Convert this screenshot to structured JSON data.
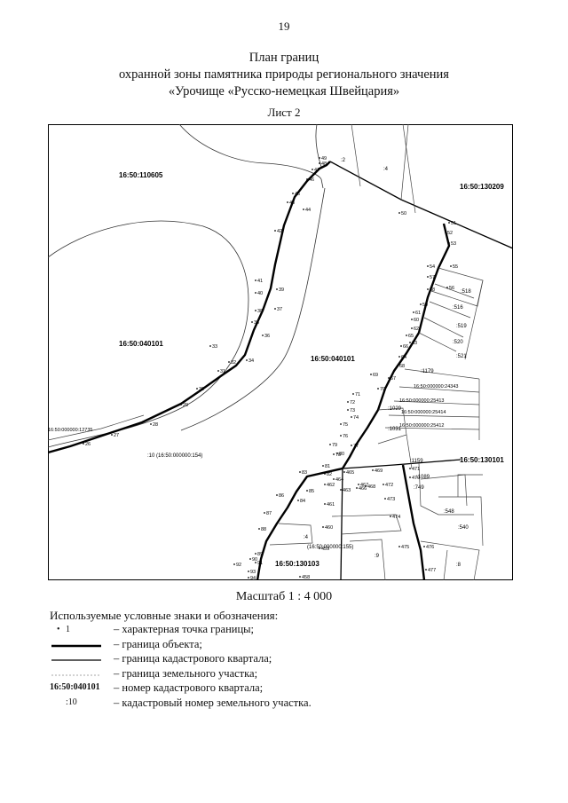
{
  "page_number": "19",
  "title": {
    "line1": "План границ",
    "line2": "охранной зоны памятника природы регионального значения",
    "line3": "«Урочище «Русско-немецкая Швейцария»"
  },
  "sheet_label": "Лист 2",
  "scale": "Масштаб 1 : 4 000",
  "legend": {
    "heading": "Используемые условные знаки и обозначения:",
    "items": [
      {
        "symbol": "1",
        "text": "– характерная точка границы;"
      },
      {
        "symbol": "",
        "text": "– граница объекта;"
      },
      {
        "symbol": "",
        "text": "– граница кадастрового квартала;"
      },
      {
        "symbol": "",
        "text": "– граница земельного участка;"
      },
      {
        "symbol": "16:50:040101",
        "text": "– номер кадастрового квартала;"
      },
      {
        "symbol": ":10",
        "text": "– кадастровый номер земельного участка."
      }
    ]
  },
  "map": {
    "quarters": [
      "16:50:110605",
      "16:50:130209",
      "16:50:040101",
      "16:50:040101",
      "16:50:130101",
      "16:50:130103"
    ],
    "parcels": [
      ":2",
      ":4",
      ":10 (16:50:000000:154)",
      ":4",
      "(16:50:000000:155)",
      ":9",
      ":8",
      ":518",
      ":516",
      ":519",
      ":520",
      ":521",
      ":1179",
      ":1029",
      ":1031",
      ":1159",
      ":1089",
      ":749",
      ":548",
      ":540"
    ],
    "long_parcels": [
      "16:50:000000:12735",
      "16:50:000000:24343",
      "16:50:000000:25413",
      "16:50:000000:25414",
      "16:50:000000:25412"
    ],
    "points": [
      "26",
      "27",
      "28",
      "29",
      "30",
      "31",
      "32",
      "33",
      "34",
      "35",
      "36",
      "37",
      "38",
      "39",
      "40",
      "41",
      "42",
      "43",
      "44",
      "45",
      "46",
      "47",
      "48",
      "49",
      "50",
      "51",
      "52",
      "53",
      "54",
      "55",
      "56",
      "57",
      "58",
      "59",
      "60",
      "61",
      "62",
      "63",
      "64",
      "65",
      "66",
      "67",
      "68",
      "69",
      "70",
      "71",
      "72",
      "73",
      "74",
      "75",
      "76",
      "77",
      "78",
      "79",
      "80",
      "81",
      "82",
      "83",
      "84",
      "85",
      "86",
      "87",
      "88",
      "89",
      "90",
      "91",
      "92",
      "93",
      "94",
      "458",
      "459",
      "460",
      "461",
      "462",
      "463",
      "464",
      "465",
      "466",
      "467",
      "468",
      "469",
      "470",
      "471",
      "472",
      "473",
      "474",
      "475",
      "476",
      "477"
    ]
  }
}
